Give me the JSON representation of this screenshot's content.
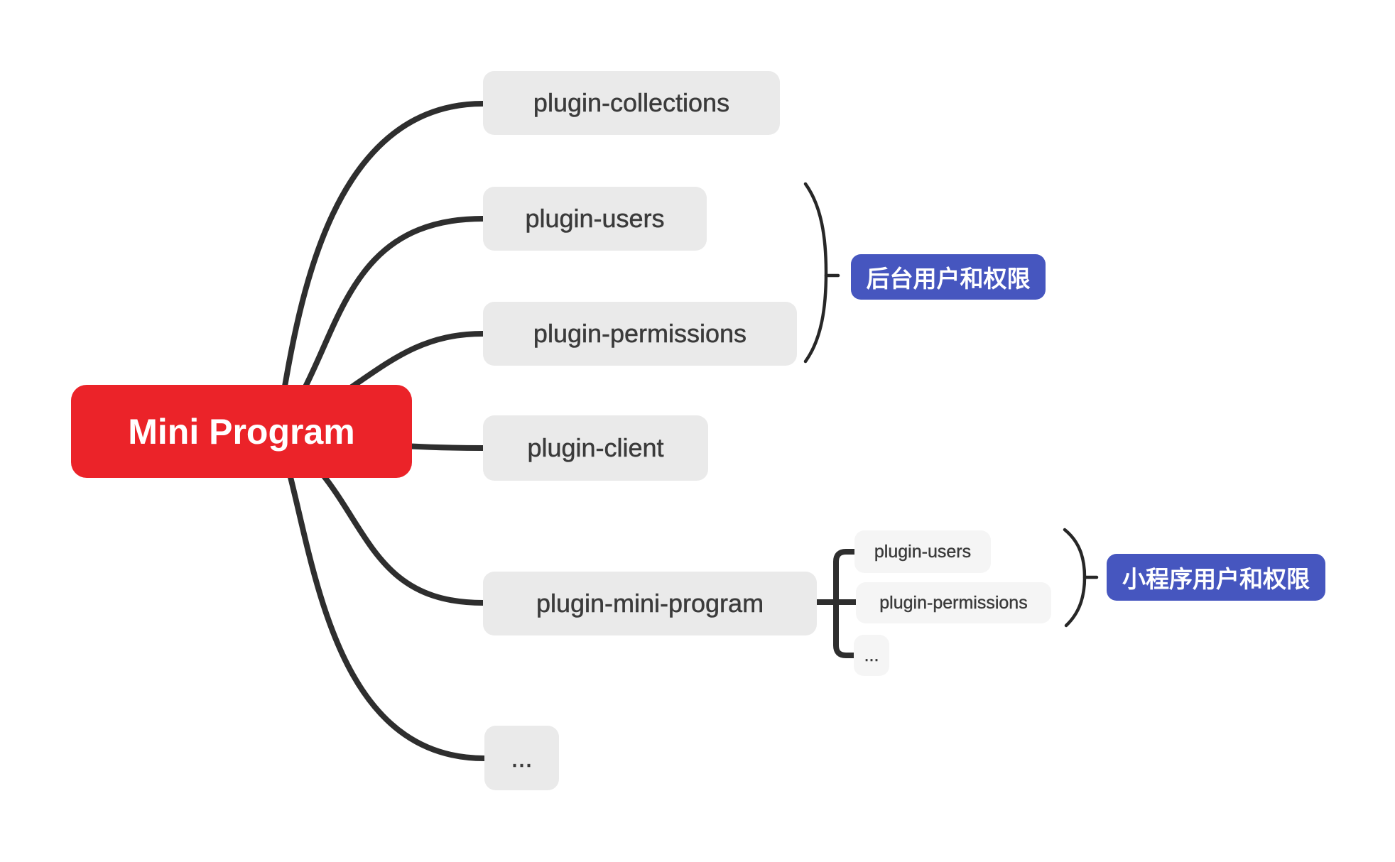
{
  "root": {
    "label": "Mini Program",
    "color": "#eb2329"
  },
  "nodes": {
    "collections": {
      "label": "plugin-collections"
    },
    "users": {
      "label": "plugin-users"
    },
    "permissions": {
      "label": "plugin-permissions"
    },
    "client": {
      "label": "plugin-client"
    },
    "mini_program": {
      "label": "plugin-mini-program"
    },
    "more": {
      "label": "..."
    }
  },
  "sub_nodes": {
    "users": {
      "label": "plugin-users"
    },
    "permissions": {
      "label": "plugin-permissions"
    },
    "more": {
      "label": "..."
    }
  },
  "annotations": {
    "admin": {
      "label": "后台用户和权限",
      "color": "#4656bf"
    },
    "mini": {
      "label": "小程序用户和权限",
      "color": "#4656bf"
    }
  },
  "style": {
    "node_bg": "#eaeaea",
    "sub_node_bg": "#f5f5f5",
    "line_color": "#2e2e2e",
    "text_color": "#3b3b3b"
  }
}
